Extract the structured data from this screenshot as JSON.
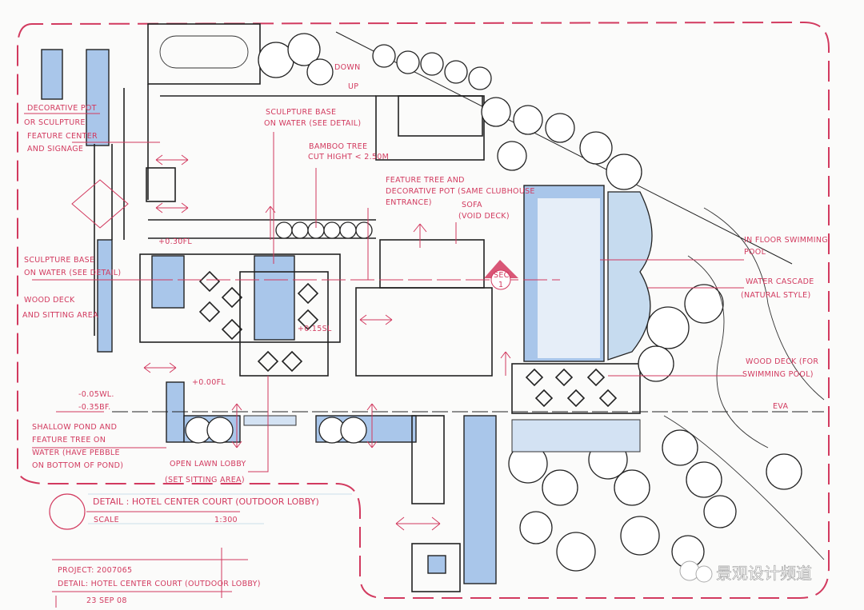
{
  "colors": {
    "annotation": "#d23a5f",
    "water": "#a9c6ea",
    "ink": "#222222",
    "paper": "#fbfbfa"
  },
  "labels": {
    "decorative_pot": [
      "DECORATIVE POT",
      "OR SCULPTURE",
      "FEATURE CENTER",
      "AND SIGNAGE"
    ],
    "sculpture_base_top": [
      "SCULPTURE BASE",
      "ON WATER (SEE DETAIL)"
    ],
    "bamboo": [
      "BAMBOO TREE",
      "CUT HIGHT < 2.50M"
    ],
    "down": "DOWN",
    "up": "UP",
    "feature_tree": [
      "FEATURE TREE AND",
      "DECORATIVE POT (SAME CLUBHOUSE",
      "ENTRANCE)"
    ],
    "sofa": [
      "SOFA",
      "(VOID DECK)"
    ],
    "level_030": "+0.30FL",
    "sculpture_base_left": [
      "SCULPTURE BASE",
      "ON WATER (SEE DETAIL)"
    ],
    "wood_deck_sitting": [
      "WOOD DECK",
      "AND SITTING AREA"
    ],
    "level_015": "+0.15SL",
    "level_000": "+0.00FL",
    "level_wl": "-0.05WL.",
    "level_bf": "-0.35BF.",
    "shallow_pond": [
      "SHALLOW POND AND",
      "FEATURE TREE ON",
      "WATER (HAVE PEBBLE",
      "ON BOTTOM OF POND)"
    ],
    "open_lawn": [
      "OPEN LAWN LOBBY",
      "(SET SITTING AREA)"
    ],
    "pool": [
      "IN FLOOR SWIMMING",
      "POOL"
    ],
    "cascade": [
      "WATER CASCADE",
      "(NATURAL STYLE)"
    ],
    "wood_deck_pool": [
      "WOOD DECK (FOR",
      "SWIMMING POOL)"
    ],
    "eva": "EVA",
    "section_marker": [
      "SEC",
      "1"
    ]
  },
  "title_block": {
    "detail": "DETAIL : HOTEL CENTER COURT (OUTDOOR LOBBY)",
    "scale_label": "SCALE",
    "scale_value": "1:300",
    "project": "PROJECT: 2007065",
    "detail_line": "DETAIL: HOTEL CENTER COURT (OUTDOOR LOBBY)",
    "date": "23 SEP 08"
  },
  "watermark": "景观设计频道"
}
